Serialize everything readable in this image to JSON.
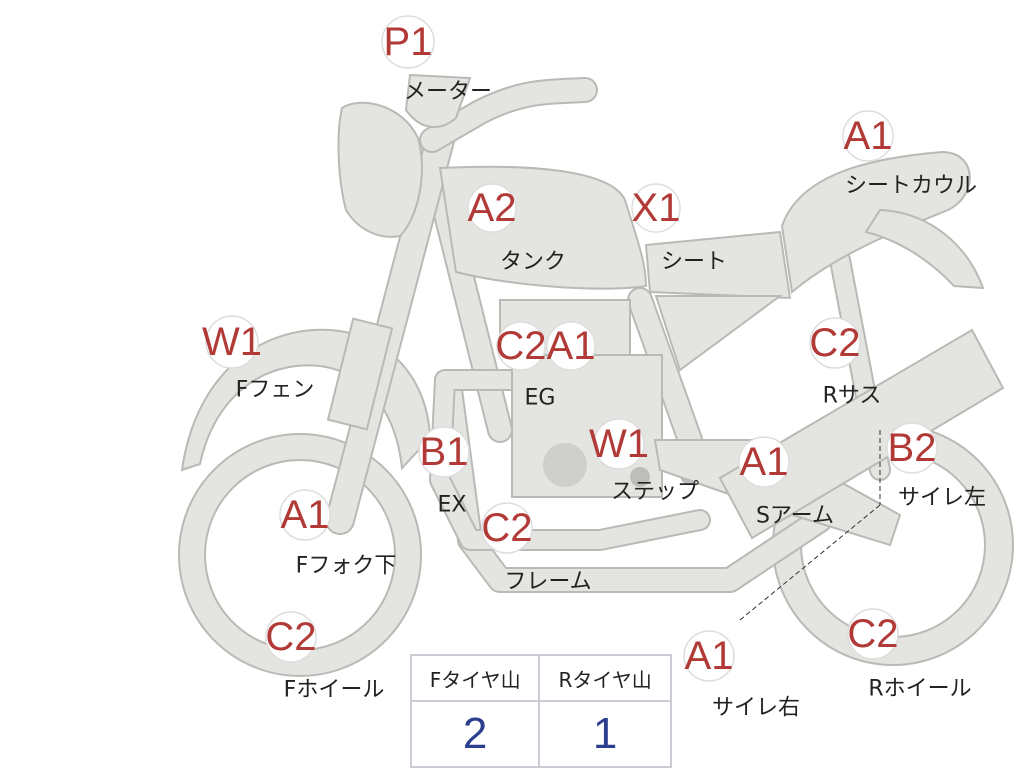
{
  "parts": [
    {
      "id": "meter",
      "grade": "P1",
      "label": "メーター"
    },
    {
      "id": "tank",
      "grade": "A2",
      "label": "タンク"
    },
    {
      "id": "seat",
      "grade": "X1",
      "label": "シート"
    },
    {
      "id": "seat-cowl",
      "grade": "A1",
      "label": "シートカウル"
    },
    {
      "id": "f-fender",
      "grade": "W1",
      "label": "Fフェン"
    },
    {
      "id": "engine",
      "grades": [
        "C2",
        "A1"
      ],
      "label": "EG"
    },
    {
      "id": "r-suspension",
      "grade": "C2",
      "label": "Rサス"
    },
    {
      "id": "exhaust",
      "grade": "B1",
      "label": "EX"
    },
    {
      "id": "step",
      "grade": "W1",
      "label": "ステップ"
    },
    {
      "id": "swing-arm",
      "grade": "A1",
      "label": "Sアーム"
    },
    {
      "id": "muffler-left",
      "grade": "B2",
      "label": "サイレ左"
    },
    {
      "id": "f-fork",
      "grade": "A1",
      "label": "Fフォク下"
    },
    {
      "id": "frame",
      "grade": "C2",
      "label": "フレーム"
    },
    {
      "id": "f-wheel",
      "grade": "C2",
      "label": "Fホイール"
    },
    {
      "id": "muffler-right",
      "grade": "A1",
      "label": "サイレ右"
    },
    {
      "id": "r-wheel",
      "grade": "C2",
      "label": "Rホイール"
    }
  ],
  "tire_tread": {
    "headers": [
      "Fタイヤ山",
      "Rタイヤ山"
    ],
    "values": [
      "2",
      "1"
    ]
  },
  "colors": {
    "grade_text": "#b23a36",
    "tread_value": "#2c3f8f",
    "bike_fill": "#e4e4e1",
    "bike_outline": "#b9b9b5",
    "table_border": "#c9ccd3"
  }
}
